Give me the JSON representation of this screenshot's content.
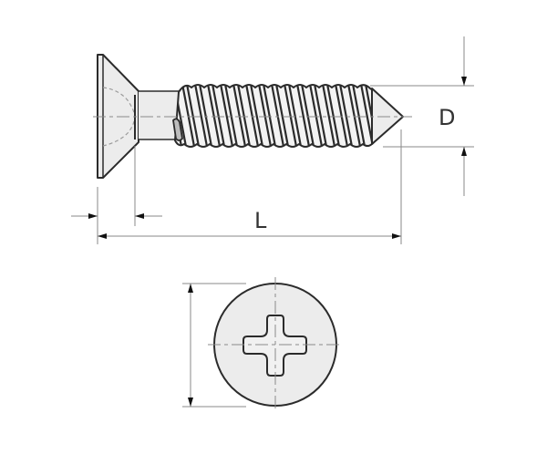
{
  "diagram": {
    "type": "technical-drawing",
    "subject": "countersunk phillips self-tapping screw",
    "views": [
      {
        "name": "side-view",
        "annotations": [
          "D",
          "L"
        ]
      },
      {
        "name": "top-view-head",
        "features": [
          "phillips cross recess"
        ]
      }
    ]
  },
  "labels": {
    "diameter": "D",
    "length": "L"
  },
  "colors": {
    "outline": "#2b2b2b",
    "fill": "#ececec",
    "dimension_line": "#8a8a8a",
    "hidden_line": "#9a9a9a",
    "label_text": "#333333",
    "background": "#ffffff"
  }
}
